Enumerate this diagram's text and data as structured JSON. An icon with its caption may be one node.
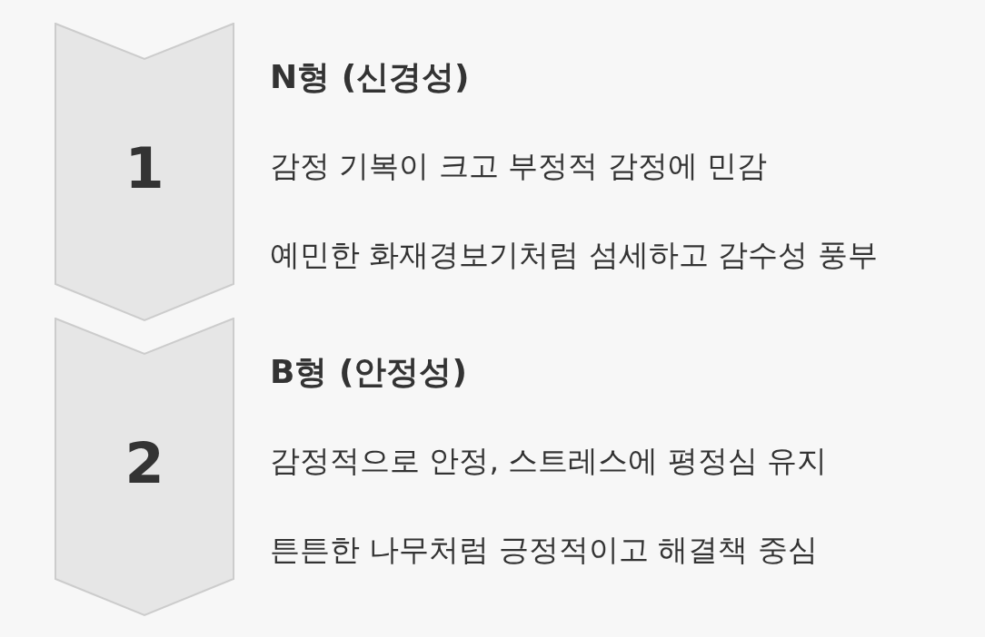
{
  "diagram": {
    "nodes": [
      {
        "text": [
          "1"
        ],
        "beside": [
          "N형 (신경성)",
          "감정 기복이 크고 부정적 감정에 민감",
          "예민한 화재경보기처럼 섬세하고 감수성 풍부"
        ]
      },
      {
        "text": [
          "2"
        ],
        "beside": [
          "B형 (안정성)",
          "감정적으로 안정, 스트레스에 평정심 유지",
          "튼튼한 나무처럼 긍정적이고 해결책 중심"
        ]
      }
    ]
  }
}
